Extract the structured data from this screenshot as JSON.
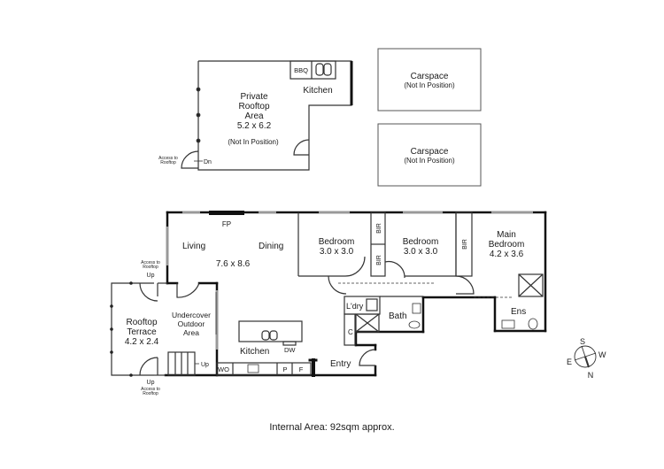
{
  "rooftop": {
    "area_title": [
      "Private",
      "Rooftop",
      "Area"
    ],
    "area_dims": "5.2 x 6.2",
    "area_note": "(Not In Position)",
    "kitchen": "Kitchen",
    "bbq": "BBQ",
    "access_label": [
      "Access to",
      "Rooftop"
    ],
    "dn": "Dn"
  },
  "carspaces": [
    {
      "title": "Carspace",
      "note": "(Not In Position)"
    },
    {
      "title": "Carspace",
      "note": "(Not In Position)"
    }
  ],
  "rooms": {
    "living": "Living",
    "dining": "Dining",
    "living_dims": "7.6 x 8.6",
    "fp": "FP",
    "bedroom1": {
      "title": "Bedroom",
      "dims": "3.0 x 3.0"
    },
    "bedroom2": {
      "title": "Bedroom",
      "dims": "3.0 x 3.0"
    },
    "main_bedroom": {
      "title": [
        "Main",
        "Bedroom"
      ],
      "dims": "4.2 x 3.6"
    },
    "bir": "BIR",
    "laundry": "L'dry",
    "bath": "Bath",
    "ens": "Ens",
    "cupboard": "C",
    "entry": "Entry",
    "kitchen": "Kitchen",
    "dw": "DW",
    "wo": "WO",
    "pantry": "P",
    "fridge": "F",
    "undercover": [
      "Undercover",
      "Outdoor",
      "Area"
    ],
    "terrace": {
      "title": [
        "Rooftop",
        "Terrace"
      ],
      "dims": "4.2 x 2.4"
    },
    "up": "Up",
    "access_label": [
      "Access to",
      "Rooftop"
    ]
  },
  "compass": {
    "n": "N",
    "s": "S",
    "e": "E",
    "w": "W"
  },
  "footer": {
    "internal_area": "Internal Area: 92sqm approx."
  }
}
